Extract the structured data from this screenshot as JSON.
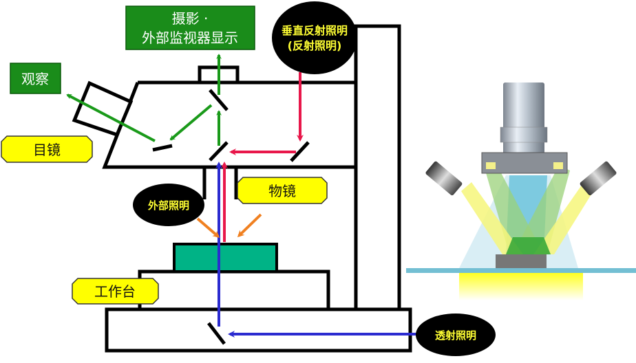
{
  "labels": {
    "camera_line1": "摄影 ·",
    "camera_line2": "外部监视器显示",
    "observe": "观察",
    "vertical_illum_line1": "垂直反射照明",
    "vertical_illum_line2": "(反射照明)",
    "eyepiece": "目镜",
    "objective": "物镜",
    "external_illum": "外部照明",
    "stage": "工作台",
    "transmitted_illum": "透射照明"
  },
  "colors": {
    "green_box": "#1a8c1a",
    "yellow_label": "#ffff00",
    "black_badge": "#000000",
    "badge_text": "#ffff33",
    "green_path": "#1a9a1a",
    "red_path": "#e8174a",
    "blue_path": "#2b2bd0",
    "orange_path": "#f08020",
    "specimen": "#00b386"
  }
}
